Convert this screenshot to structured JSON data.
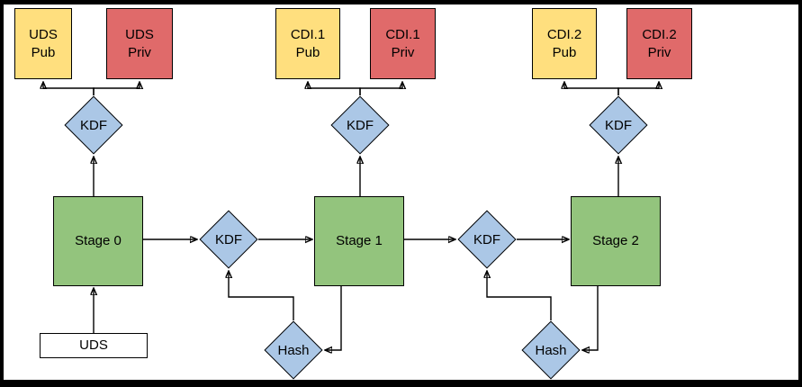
{
  "diagram": {
    "type": "flow",
    "description": "DICE layered key-derivation diagram",
    "colors": {
      "pub_fill": "#ffdf7e",
      "priv_fill": "#e06a6a",
      "stage_fill": "#93c47d",
      "kdf_fill": "#abc7e6",
      "uds_fill": "#ffffff",
      "stroke": "#000000"
    },
    "nodes": {
      "uds_pub": {
        "label": "UDS\nPub"
      },
      "uds_priv": {
        "label": "UDS\nPriv"
      },
      "cdi1_pub": {
        "label": "CDI.1\nPub"
      },
      "cdi1_priv": {
        "label": "CDI.1\nPriv"
      },
      "cdi2_pub": {
        "label": "CDI.2\nPub"
      },
      "cdi2_priv": {
        "label": "CDI.2\nPriv"
      },
      "kdf_uds": {
        "label": "KDF"
      },
      "kdf_cdi1_key": {
        "label": "KDF"
      },
      "kdf_cdi2_key": {
        "label": "KDF"
      },
      "stage0": {
        "label": "Stage 0"
      },
      "stage1": {
        "label": "Stage 1"
      },
      "stage2": {
        "label": "Stage 2"
      },
      "kdf_cdi1": {
        "label": "KDF"
      },
      "kdf_cdi2": {
        "label": "KDF"
      },
      "uds": {
        "label": "UDS"
      },
      "hash1": {
        "label": "Hash"
      },
      "hash2": {
        "label": "Hash"
      }
    },
    "edges": [
      {
        "from": "uds",
        "to": "stage0"
      },
      {
        "from": "stage0",
        "to": "kdf_uds"
      },
      {
        "from": "kdf_uds",
        "to": "uds_pub"
      },
      {
        "from": "kdf_uds",
        "to": "uds_priv"
      },
      {
        "from": "stage0",
        "to": "kdf_cdi1"
      },
      {
        "from": "kdf_cdi1",
        "to": "stage1"
      },
      {
        "from": "stage1",
        "to": "hash1"
      },
      {
        "from": "hash1",
        "to": "kdf_cdi1"
      },
      {
        "from": "stage1",
        "to": "kdf_cdi1_key"
      },
      {
        "from": "kdf_cdi1_key",
        "to": "cdi1_pub"
      },
      {
        "from": "kdf_cdi1_key",
        "to": "cdi1_priv"
      },
      {
        "from": "stage1",
        "to": "kdf_cdi2"
      },
      {
        "from": "kdf_cdi2",
        "to": "stage2"
      },
      {
        "from": "stage2",
        "to": "hash2"
      },
      {
        "from": "hash2",
        "to": "kdf_cdi2"
      },
      {
        "from": "stage2",
        "to": "kdf_cdi2_key"
      },
      {
        "from": "kdf_cdi2_key",
        "to": "cdi2_pub"
      },
      {
        "from": "kdf_cdi2_key",
        "to": "cdi2_priv"
      }
    ]
  }
}
